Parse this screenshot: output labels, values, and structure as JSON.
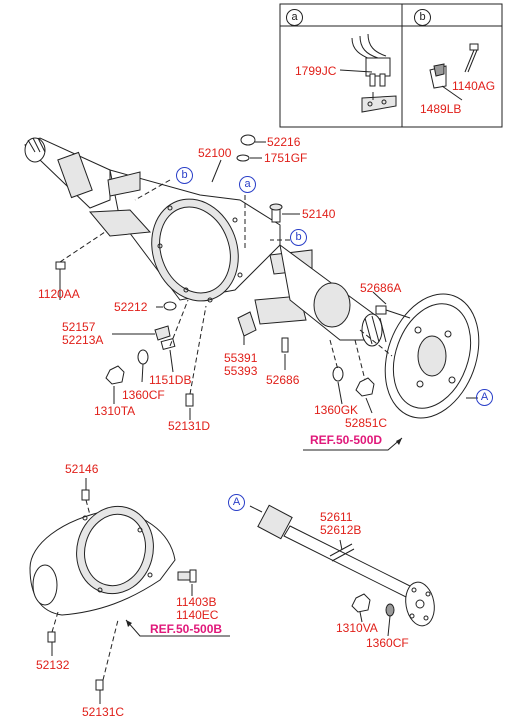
{
  "inset": {
    "a_marker": "a",
    "b_marker": "b",
    "a_labels": [
      "1799JC"
    ],
    "b_labels": [
      "1140AG",
      "1489LB"
    ]
  },
  "markers": {
    "a": "a",
    "b": "b",
    "A": "A"
  },
  "labels": {
    "p52216": "52216",
    "p1751GF": "1751GF",
    "p52100": "52100",
    "p52140": "52140",
    "p1120AA": "1120AA",
    "p52212": "52212",
    "p52686A": "52686A",
    "p52157": "52157",
    "p52213A": "52213A",
    "p55391": "55391",
    "p55393": "55393",
    "p1151DB": "1151DB",
    "p1360CF_top": "1360CF",
    "p1310TA": "1310TA",
    "p52686": "52686",
    "p1360GK": "1360GK",
    "p52851C": "52851C",
    "p52131D": "52131D",
    "p52146": "52146",
    "p52611": "52611",
    "p52612B": "52612B",
    "p11403B": "11403B",
    "p1140EC": "1140EC",
    "p1310VA": "1310VA",
    "p1360CF_bot": "1360CF",
    "p52132": "52132",
    "p52131C": "52131C"
  },
  "refs": {
    "ref_top": "REF.50-500D",
    "ref_bottom": "REF.50-500B"
  }
}
